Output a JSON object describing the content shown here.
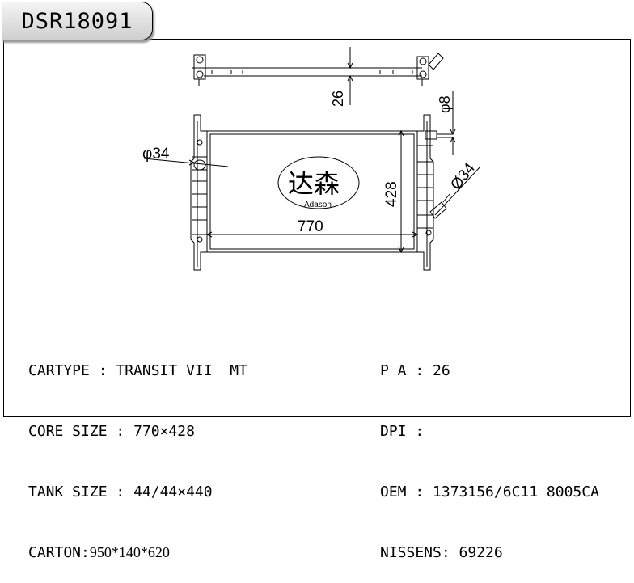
{
  "header": {
    "part_number": "DSR18091"
  },
  "drawing": {
    "dim_top_height": "26",
    "dim_small_pipe": "φ8",
    "dim_left_pipe": "φ34",
    "dim_right_pipe": "Ø34",
    "dim_width": "770",
    "dim_height": "428",
    "logo_chinese": "达森",
    "logo_brand": "Adason"
  },
  "specs_left": [
    {
      "label": "CARTYPE",
      "sep": " : ",
      "value": "TRANSIT VII  MT"
    },
    {
      "label": "CORE SIZE",
      "sep": " : ",
      "value": "770×428"
    },
    {
      "label": "TANK SIZE",
      "sep": " : ",
      "value": "44/44×440"
    },
    {
      "label": "CARTON",
      "sep": ":",
      "value": "950*140*620"
    }
  ],
  "specs_right": [
    {
      "label": "P A",
      "sep": " : ",
      "value": "26"
    },
    {
      "label": "DPI",
      "sep": " : ",
      "value": ""
    },
    {
      "label": "OEM",
      "sep": " : ",
      "value": "1373156/6C11 8005CA"
    },
    {
      "label": "NISSENS",
      "sep": ": ",
      "value": "69226"
    }
  ]
}
